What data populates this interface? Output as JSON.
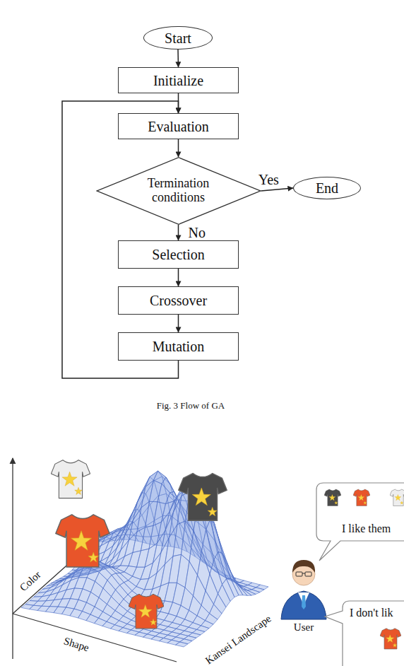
{
  "diagram": {
    "caption": "Fig. 3 Flow of GA",
    "nodes": [
      {
        "text": [
          "Start"
        ]
      },
      {
        "text": [
          "Initialize"
        ]
      },
      {
        "text": [
          "Evaluation"
        ]
      },
      {
        "text": [
          "Termination conditions"
        ]
      },
      {
        "text": [
          "End"
        ]
      },
      {
        "text": [
          "Selection"
        ]
      },
      {
        "text": [
          "Crossover"
        ]
      },
      {
        "text": [
          "Mutation"
        ]
      },
      {
        "text": [
          "I like them"
        ]
      },
      {
        "text": [
          "I don't lik"
        ]
      }
    ],
    "edges": [
      {
        "from": 0,
        "to": 1,
        "arrow": "to"
      },
      {
        "from": 1,
        "to": 2,
        "arrow": "to"
      },
      {
        "from": 2,
        "to": 3,
        "arrow": "to"
      },
      {
        "from": 3,
        "to": 4,
        "label": "Yes",
        "arrow": "to"
      },
      {
        "from": 3,
        "to": 5,
        "label": "No",
        "arrow": "to"
      },
      {
        "from": 5,
        "to": 6,
        "arrow": "to"
      },
      {
        "from": 6,
        "to": 7,
        "arrow": "to"
      },
      {
        "from": 7,
        "to": 2,
        "arrow": "to"
      }
    ],
    "labels": [
      "Color",
      "Shape",
      "Kansei Landscape",
      "User"
    ]
  }
}
